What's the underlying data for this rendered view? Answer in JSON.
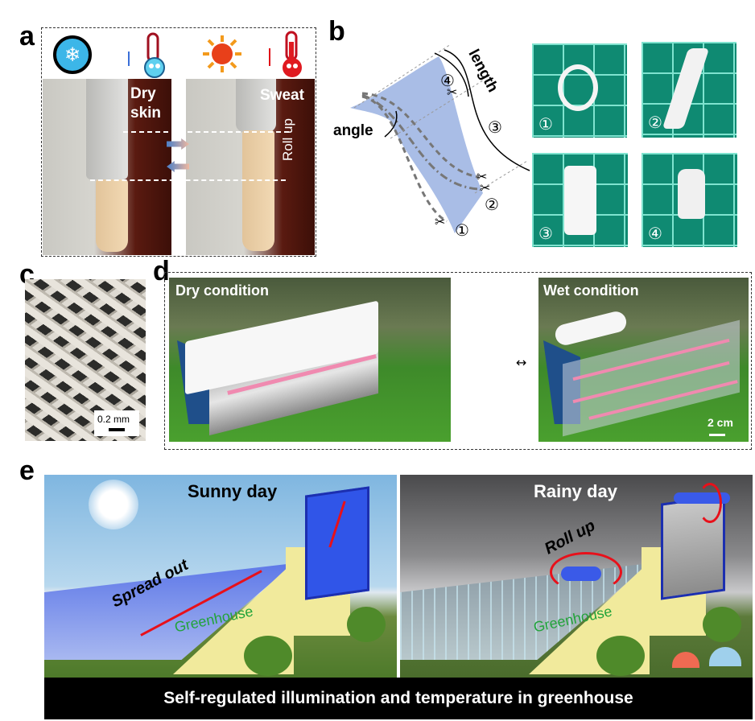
{
  "figure": {
    "panels": {
      "a": {
        "letter": "a",
        "left_label_line1": "Dry",
        "left_label_line2": "skin",
        "right_label": "Sweat",
        "roll_label": "Roll up",
        "icons": [
          "snowflake-icon",
          "thermometer-cold-icon",
          "sun-icon",
          "thermometer-hot-icon"
        ]
      },
      "b": {
        "letter": "b",
        "angle_label": "angle",
        "length_label": "length",
        "markers": [
          "①",
          "②",
          "③",
          "④"
        ],
        "photo_labels": [
          "①",
          "②",
          "③",
          "④"
        ]
      },
      "c": {
        "letter": "c",
        "scale_bar": "0.2 mm"
      },
      "d": {
        "letter": "d",
        "left_title": "Dry condition",
        "right_title": "Wet condition",
        "scale_bar": "2 cm"
      },
      "e": {
        "letter": "e",
        "left_title": "Sunny day",
        "right_title": "Rainy day",
        "left_action": "Spread out",
        "right_action": "Roll up",
        "building_label": "Greenhouse",
        "caption": "Self-regulated illumination and temperature in greenhouse"
      }
    },
    "colors": {
      "greenhouse_text": "#22a33a",
      "arrow_red": "#e8101a",
      "sheet_blue": "#a9bde6",
      "roof_blue": "#2a45d8",
      "caption_bg": "#000000"
    }
  }
}
